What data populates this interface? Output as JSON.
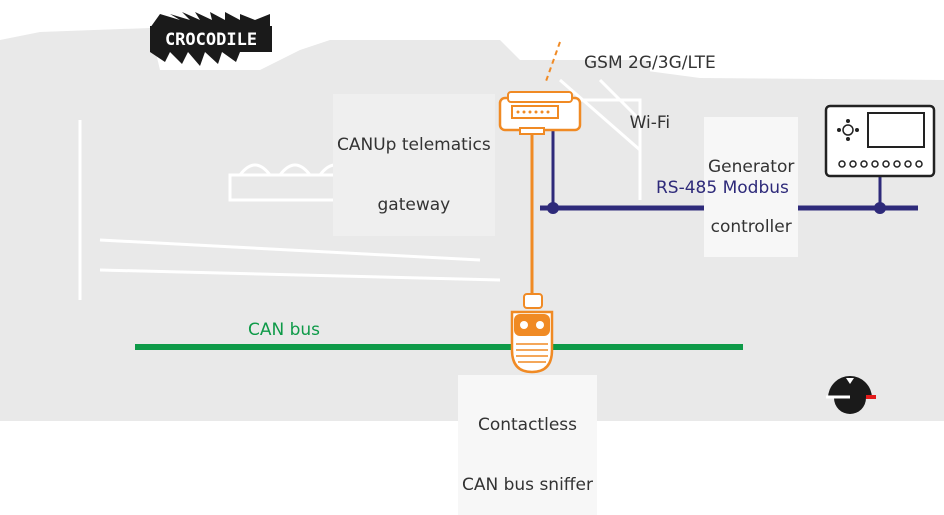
{
  "logo": {
    "text": "CROCODILE"
  },
  "labels": {
    "gsm_line1": "GSM 2G/3G/LTE",
    "gsm_line2": "Wi-Fi",
    "gateway_line1": "CANUp telematics",
    "gateway_line2": "gateway",
    "controller_line1": "Generator",
    "controller_line2": "controller",
    "modbus": "RS-485 Modbus",
    "canbus": "CAN bus",
    "sniffer_line1": "Contactless",
    "sniffer_line2": "CAN bus sniffer"
  },
  "colors": {
    "background_silhouette": "#e9e9e9",
    "orange_link": "#f08a24",
    "modbus_line": "#2e2a7a",
    "canbus_line": "#0e9a48",
    "modbus_text": "#2e2a7a",
    "canbus_text": "#0e9a48",
    "label_text": "#333333"
  },
  "icons": [
    "crocodile-logo",
    "gateway-device-icon",
    "generator-controller-icon",
    "can-sniffer-icon",
    "brand-badge-icon"
  ]
}
